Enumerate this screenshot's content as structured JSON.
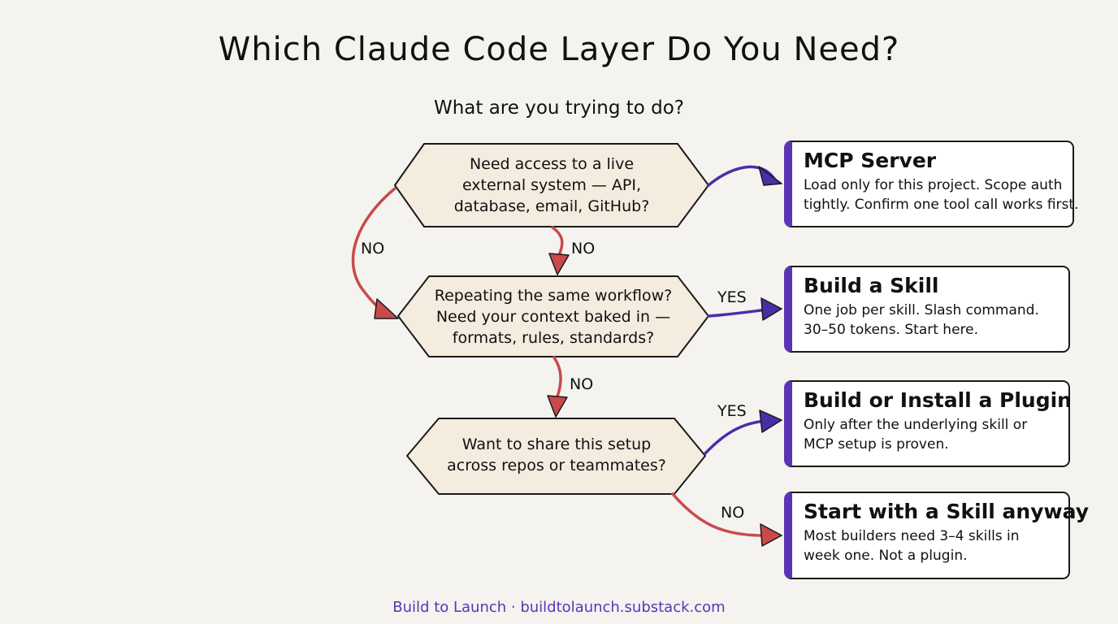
{
  "title": "Which Claude Code Layer Do You Need?",
  "question": "What are you trying to do?",
  "decisions": [
    {
      "lines": [
        "Need access to a live",
        "external system — API,",
        "database, email, GitHub?"
      ]
    },
    {
      "lines": [
        "Repeating the same workflow?",
        "Need your context baked in —",
        "formats, rules, standards?"
      ]
    },
    {
      "lines": [
        "Want to share this setup",
        "across repos or teammates?"
      ]
    }
  ],
  "edge_labels": {
    "d1_no_left": "NO",
    "d1_no_down": "NO",
    "d2_yes": "YES",
    "d2_no": "NO",
    "d3_yes": "YES",
    "d3_no": "NO"
  },
  "outcomes": [
    {
      "title": "MCP Server",
      "lines": [
        "Load only for this project. Scope auth",
        "tightly. Confirm one tool call works first."
      ]
    },
    {
      "title": "Build a Skill",
      "lines": [
        "One job per skill. Slash command.",
        "30–50 tokens. Start here."
      ]
    },
    {
      "title": "Build or Install a Plugin",
      "lines": [
        "Only after the underlying skill or",
        "MCP setup is proven."
      ]
    },
    {
      "title": "Start with a Skill anyway",
      "lines": [
        "Most builders need 3–4 skills in",
        "week one. Not a plugin."
      ]
    }
  ],
  "footer": "Build to Launch · buildtolaunch.substack.com",
  "colors": {
    "yes_arrow": "#4a2ea8",
    "no_arrow": "#c94a4a",
    "decision_fill": "#f3ecdf",
    "accent": "#5b34b4"
  }
}
